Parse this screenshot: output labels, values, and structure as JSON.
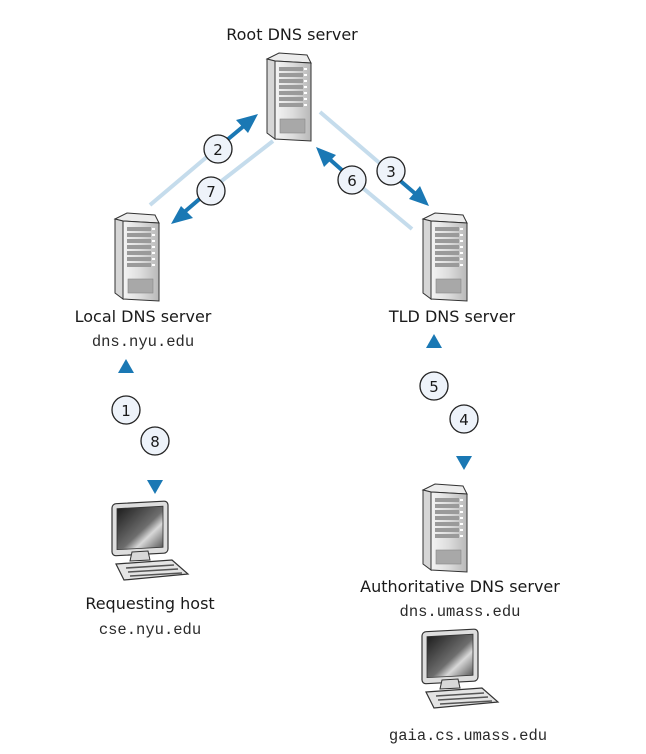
{
  "diagram": {
    "title": "Interaction of the various DNS servers",
    "nodes": [
      {
        "id": "root",
        "label": "Root DNS server",
        "hostname": "",
        "icon": "server-icon"
      },
      {
        "id": "local",
        "label": "Local DNS server",
        "hostname": "dns.nyu.edu",
        "icon": "server-icon"
      },
      {
        "id": "tld",
        "label": "TLD DNS server",
        "hostname": "",
        "icon": "server-icon"
      },
      {
        "id": "requesting",
        "label": "Requesting host",
        "hostname": "cse.nyu.edu",
        "icon": "computer-icon"
      },
      {
        "id": "authoritative",
        "label": "Authoritative DNS server",
        "hostname": "dns.umass.edu",
        "icon": "server-icon"
      },
      {
        "id": "destination",
        "label": "",
        "hostname": "gaia.cs.umass.edu",
        "icon": "computer-icon"
      }
    ],
    "steps": [
      {
        "n": "1",
        "from": "requesting",
        "to": "local"
      },
      {
        "n": "2",
        "from": "local",
        "to": "root"
      },
      {
        "n": "3",
        "from": "root",
        "to": "tld"
      },
      {
        "n": "4",
        "from": "tld",
        "to": "authoritative"
      },
      {
        "n": "5",
        "from": "authoritative",
        "to": "tld"
      },
      {
        "n": "6",
        "from": "tld",
        "to": "root"
      },
      {
        "n": "7",
        "from": "root",
        "to": "local"
      },
      {
        "n": "8",
        "from": "local",
        "to": "requesting"
      }
    ],
    "colors": {
      "arrow_dark": "#1a78b4",
      "arrow_light": "#c5dcec",
      "badge_fill": "#eef3fa",
      "badge_stroke": "#222222"
    }
  }
}
